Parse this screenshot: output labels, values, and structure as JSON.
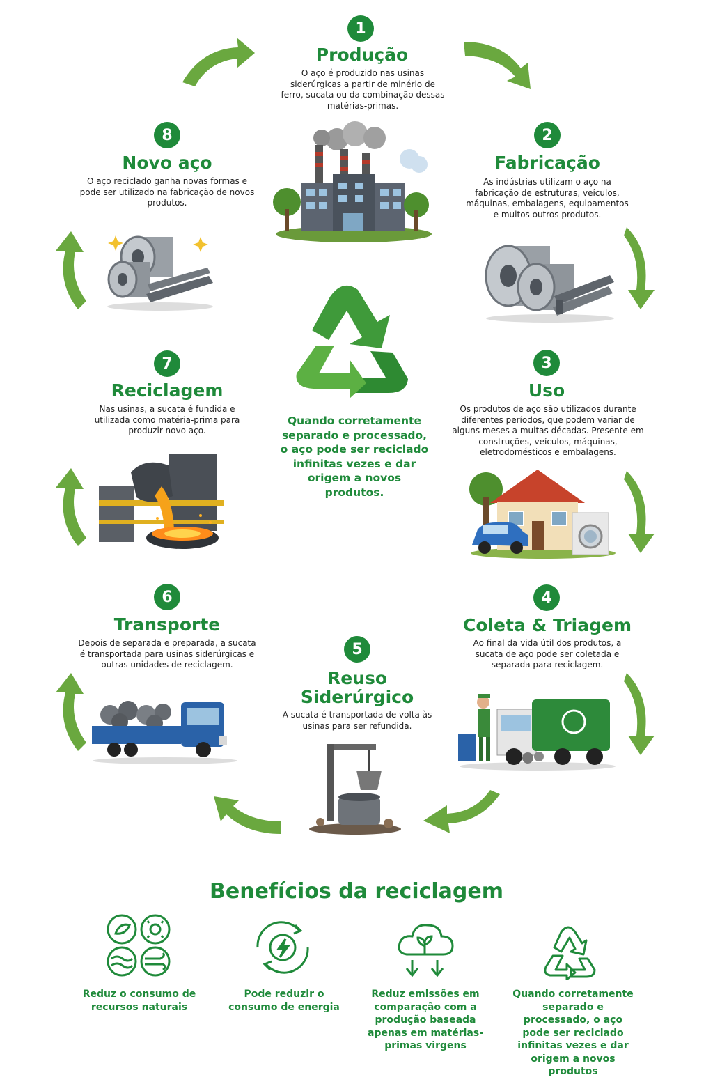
{
  "steps": [
    {
      "number": "1",
      "title": "Produção",
      "desc": "O aço é produzido nas usinas siderúrgicas a partir de minério de ferro, sucata ou da combinação dessas matérias-primas."
    },
    {
      "number": "2",
      "title": "Fabricação",
      "desc": "As indústrias utilizam o aço na fabricação de estruturas, veículos, máquinas, embalagens, equipamentos e muitos outros produtos."
    },
    {
      "number": "3",
      "title": "Uso",
      "desc": "Os produtos de aço são utilizados durante diferentes períodos, que podem variar de alguns meses a muitas décadas. Presente em construções, veículos, máquinas, eletrodomésticos e embalagens."
    },
    {
      "number": "4",
      "title": "Coleta & Triagem",
      "desc": "Ao final da vida útil dos produtos, a sucata de aço pode ser coletada e separada para reciclagem."
    },
    {
      "number": "5",
      "title": "Reuso Siderúrgico",
      "desc": "A sucata é transportada de volta às usinas para ser refundida."
    },
    {
      "number": "6",
      "title": "Transporte",
      "desc": "Depois de separada e preparada, a sucata é transportada para usinas siderúrgicas e outras unidades de reciclagem."
    },
    {
      "number": "7",
      "title": "Reciclagem",
      "desc": "Nas usinas, a sucata é fundida e utilizada como matéria-prima para produzir novo aço."
    },
    {
      "number": "8",
      "title": "Novo aço",
      "desc": "O aço reciclado ganha novas formas e pode ser utilizado na fabricação de novos produtos."
    }
  ],
  "center_text": "Quando corretamente separado e processado, o aço pode ser reciclado infinitas vezes e dar origem a novos produtos.",
  "benefits": {
    "title": "Benefícios da reciclagem",
    "items": [
      {
        "label": "Reduz o consumo de recursos naturais",
        "icon": "natural-resources-icon"
      },
      {
        "label": "Pode reduzir o consumo de energia",
        "icon": "energy-icon"
      },
      {
        "label": "Reduz emissões em comparação com a produção baseada apenas em matérias-primas virgens",
        "icon": "emissions-cloud-icon"
      },
      {
        "label": "Quando corretamente separado e processado, o aço pode ser reciclado infinitas vezes e dar origem a novos produtos",
        "icon": "recycle-icon"
      }
    ]
  },
  "colors": {
    "green": "#1f8a3a",
    "arrow_green": "#6aa83f"
  }
}
